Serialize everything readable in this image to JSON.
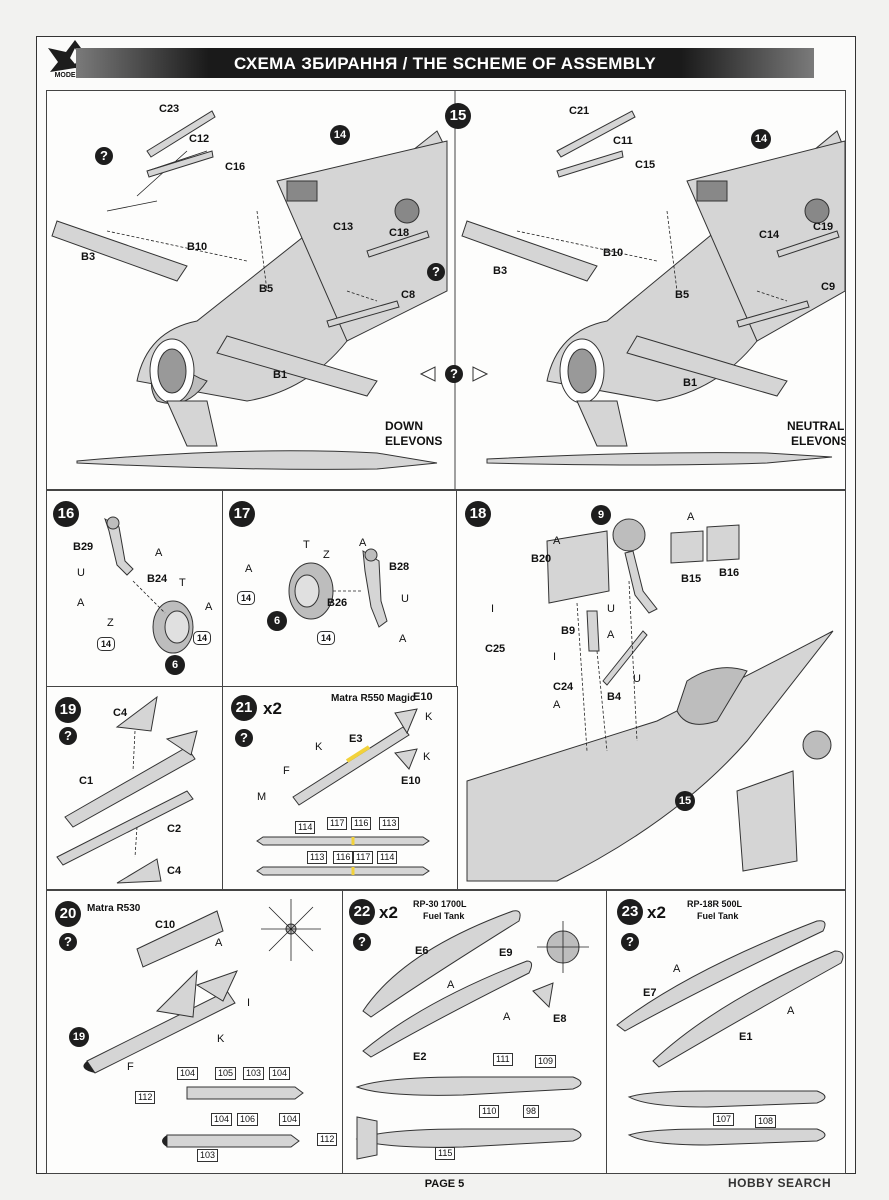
{
  "header": {
    "title": "СХЕМА ЗБИРАННЯ / THE SCHEME OF ASSEMBLY",
    "logo_text": "MODELSVIT"
  },
  "step15": {
    "step_left_ref": "14",
    "step_number": "15",
    "step_right_ref": "14",
    "left_parts": [
      "C23",
      "C12",
      "C16",
      "C13",
      "C18",
      "B3",
      "B10",
      "B5",
      "C8",
      "B1"
    ],
    "right_parts": [
      "C21",
      "C11",
      "C15",
      "C14",
      "C19",
      "B3",
      "B10",
      "B5",
      "C9",
      "B1"
    ],
    "left_caption_1": "DOWN",
    "left_caption_2": "ELEVONS",
    "right_caption_1": "NEUTRAL",
    "right_caption_2": "ELEVONS",
    "question": "?"
  },
  "step16": {
    "number": "16",
    "parts": [
      "B29",
      "A",
      "U",
      "B24",
      "T",
      "A",
      "A",
      "Z",
      "14",
      "14",
      "6"
    ]
  },
  "step17": {
    "number": "17",
    "parts": [
      "T",
      "A",
      "Z",
      "A",
      "B28",
      "14",
      "B26",
      "U",
      "6",
      "14",
      "A"
    ]
  },
  "step18": {
    "number": "18",
    "ref_9": "9",
    "ref_15": "15",
    "parts": [
      "B20",
      "A",
      "A",
      "B15",
      "B16",
      "I",
      "C25",
      "U",
      "B9",
      "A",
      "I",
      "C24",
      "U",
      "A",
      "B4"
    ]
  },
  "step19": {
    "number": "19",
    "question": "?",
    "parts": [
      "C4",
      "C1",
      "C2",
      "C4"
    ]
  },
  "step21": {
    "number": "21",
    "multiplier": "x2",
    "title": "Matra R550 Magic",
    "question": "?",
    "parts": [
      "E10",
      "K",
      "K",
      "E3",
      "F",
      "K",
      "M",
      "E10"
    ],
    "decals_top": [
      "114",
      "117",
      "116",
      "113"
    ],
    "decals_bottom": [
      "113",
      "116",
      "117",
      "114"
    ]
  },
  "step20": {
    "number": "20",
    "title": "Matra R530",
    "question": "?",
    "ref_19": "19",
    "parts": [
      "C10",
      "A",
      "I",
      "K",
      "F"
    ],
    "decals_top": [
      "104",
      "105",
      "103",
      "104",
      "112"
    ],
    "decals_bottom": [
      "104",
      "103",
      "106",
      "104",
      "112"
    ]
  },
  "step22": {
    "number": "22",
    "multiplier": "x2",
    "title_1": "RP-30 1700L",
    "title_2": "Fuel Tank",
    "question": "?",
    "parts": [
      "E6",
      "E9",
      "A",
      "A",
      "E8",
      "E2"
    ],
    "decals": [
      "111",
      "109",
      "110",
      "98",
      "115"
    ]
  },
  "step23": {
    "number": "23",
    "multiplier": "x2",
    "title_1": "RP-18R 500L",
    "title_2": "Fuel Tank",
    "question": "?",
    "parts": [
      "A",
      "E7",
      "A",
      "E1"
    ],
    "decals": [
      "107",
      "108"
    ]
  },
  "footer": {
    "page": "PAGE 5",
    "watermark": "HOBBY SEARCH"
  }
}
